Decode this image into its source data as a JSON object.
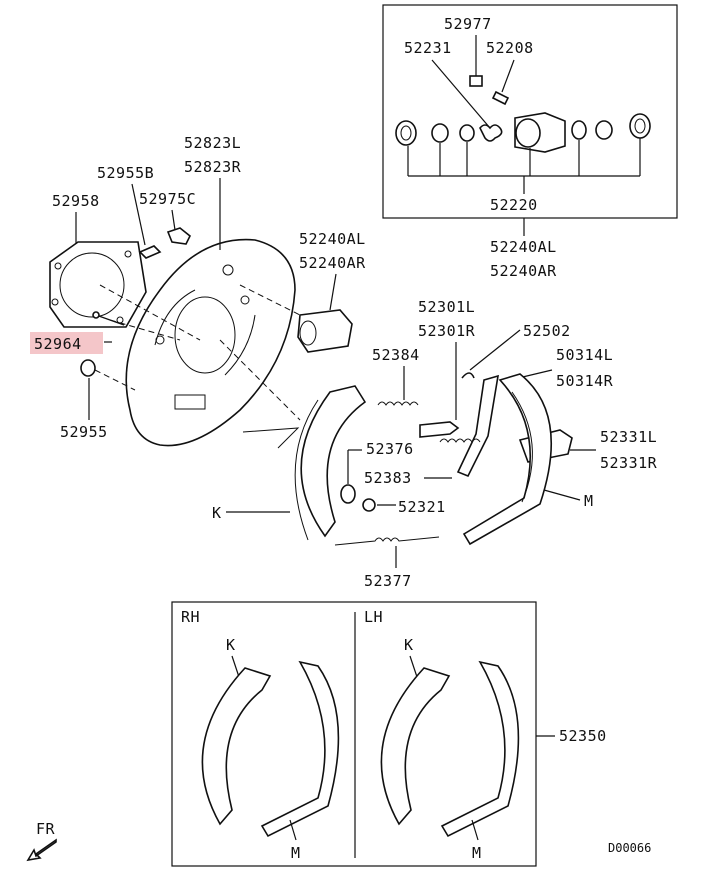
{
  "inset_top": {
    "labels": [
      "52977",
      "52231",
      "52208",
      "52220",
      "52240AL",
      "52240AR"
    ]
  },
  "main": {
    "labels": {
      "backing_plate": [
        "52823L",
        "52823R"
      ],
      "clip": "52955B",
      "bleeder": "52975C",
      "gasket": "52958",
      "bolt": "52964",
      "plug": "52955",
      "cylinder_assy": [
        "52240AL",
        "52240AR"
      ],
      "adjuster": [
        "52301L",
        "52301R"
      ],
      "spring_upper": "52384",
      "clip2": "52502",
      "lever": [
        "50314L",
        "50314R"
      ],
      "strut": [
        "52331L",
        "52331R"
      ],
      "pin": "52376",
      "spring_mid": "52383",
      "washer": "52321",
      "spring_lower": "52377",
      "shoe_k": "K",
      "shoe_m": "M"
    },
    "highlighted_part": "52964"
  },
  "inset_bottom": {
    "rh_label": "RH",
    "lh_label": "LH",
    "shoe_k": "K",
    "shoe_m": "M",
    "assy_label": "52350"
  },
  "footer": {
    "direction_label": "FR",
    "diagram_code": "D00066"
  }
}
